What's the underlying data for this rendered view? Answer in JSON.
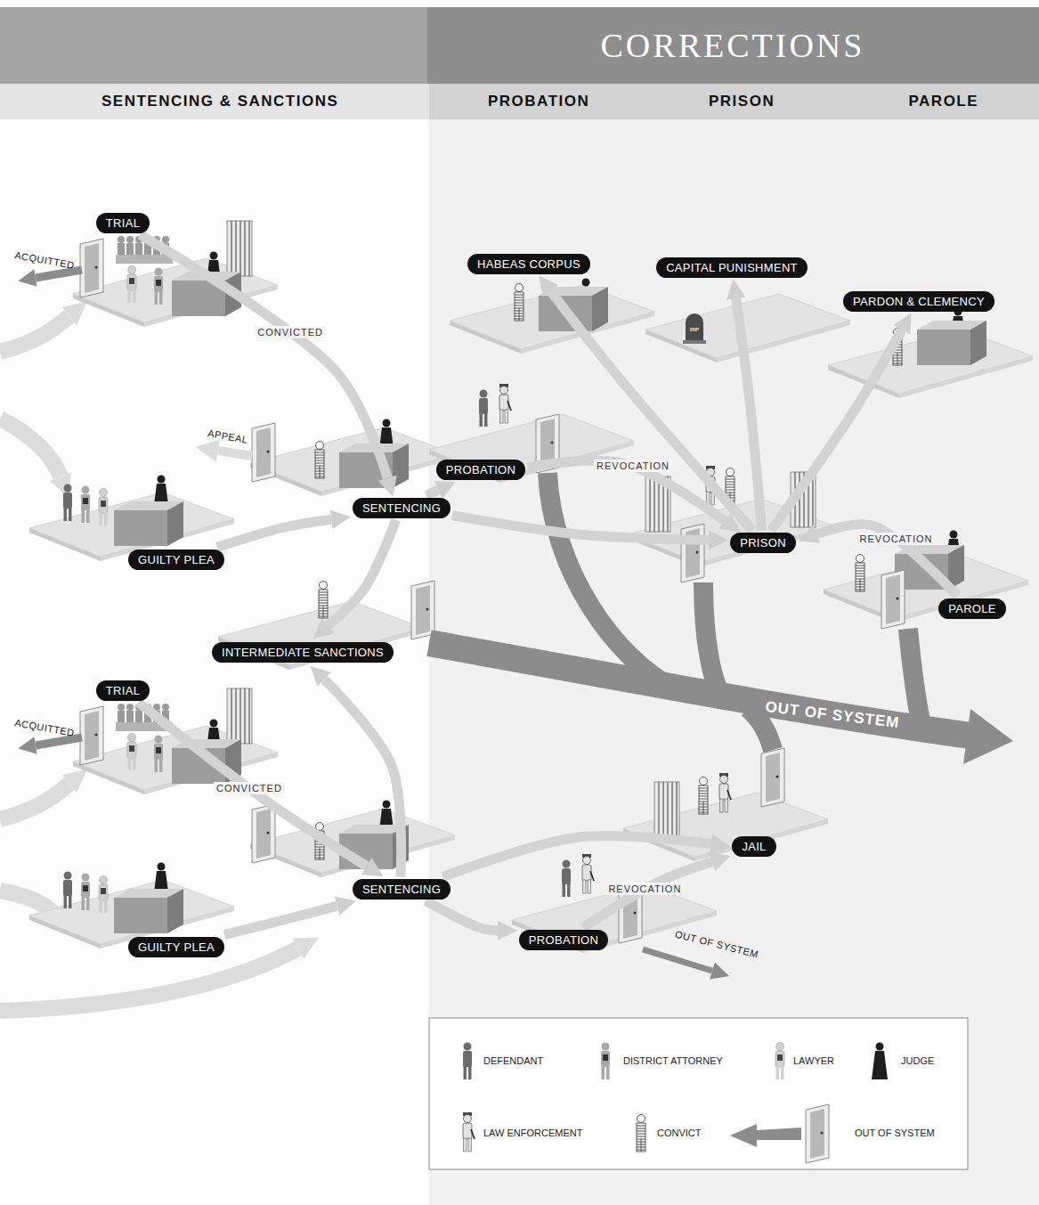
{
  "diagram": {
    "nodes": [
      {
        "text": [
          "TRIAL"
        ]
      },
      {
        "text": [
          "GUILTY PLEA"
        ]
      },
      {
        "text": [
          "SENTENCING"
        ]
      },
      {
        "text": [
          "INTERMEDIATE SANCTIONS"
        ]
      },
      {
        "text": [
          "PROBATION"
        ]
      },
      {
        "text": [
          "HABEAS CORPUS"
        ]
      },
      {
        "text": [
          "CAPITAL PUNISHMENT"
        ]
      },
      {
        "text": [
          "PRISON"
        ]
      },
      {
        "text": [
          "PARDON & CLEMENCY"
        ]
      },
      {
        "text": [
          "PAROLE"
        ]
      },
      {
        "text": [
          "TRIAL"
        ]
      },
      {
        "text": [
          "GUILTY PLEA"
        ]
      },
      {
        "text": [
          "SENTENCING"
        ]
      },
      {
        "text": [
          "JAIL"
        ]
      },
      {
        "text": [
          "PROBATION"
        ]
      }
    ],
    "edges": [
      {
        "from": 0,
        "to": 2,
        "label": "CONVICTED",
        "arrow": "to"
      },
      {
        "from": 1,
        "to": 2,
        "arrow": "to"
      },
      {
        "from": 2,
        "to": 4,
        "arrow": "to"
      },
      {
        "from": 2,
        "to": 7,
        "arrow": "to"
      },
      {
        "from": 2,
        "to": 3,
        "arrow": "to"
      },
      {
        "from": 4,
        "to": 7,
        "label": "REVOCATION",
        "arrow": "to"
      },
      {
        "from": 7,
        "to": 5,
        "arrow": "to"
      },
      {
        "from": 7,
        "to": 6,
        "arrow": "to"
      },
      {
        "from": 7,
        "to": 8,
        "arrow": "to"
      },
      {
        "from": 9,
        "to": 7,
        "label": "REVOCATION",
        "arrow": "to"
      },
      {
        "from": 10,
        "to": 12,
        "label": "CONVICTED",
        "arrow": "to"
      },
      {
        "from": 11,
        "to": 12,
        "arrow": "to"
      },
      {
        "from": 12,
        "to": 3,
        "arrow": "to"
      },
      {
        "from": 12,
        "to": 13,
        "arrow": "to"
      },
      {
        "from": 12,
        "to": 14,
        "arrow": "to"
      },
      {
        "from": 14,
        "to": 13,
        "label": "REVOCATION",
        "arrow": "to"
      }
    ],
    "labels": [
      "CORRECTIONS",
      "SENTENCING & SANCTIONS",
      "PROBATION",
      "PRISON",
      "PAROLE",
      "ACQUITTED",
      "APPEAL",
      "RIP",
      "OUT OF SYSTEM",
      "ACQUITTED",
      "OUT OF SYSTEM"
    ],
    "legend": [
      {
        "text": "DEFENDANT"
      },
      {
        "text": "DISTRICT ATTORNEY"
      },
      {
        "text": "LAWYER"
      },
      {
        "text": "JUDGE"
      },
      {
        "text": "LAW ENFORCEMENT"
      },
      {
        "text": "CONVICT"
      },
      {
        "text": "OUT OF SYSTEM"
      }
    ]
  }
}
